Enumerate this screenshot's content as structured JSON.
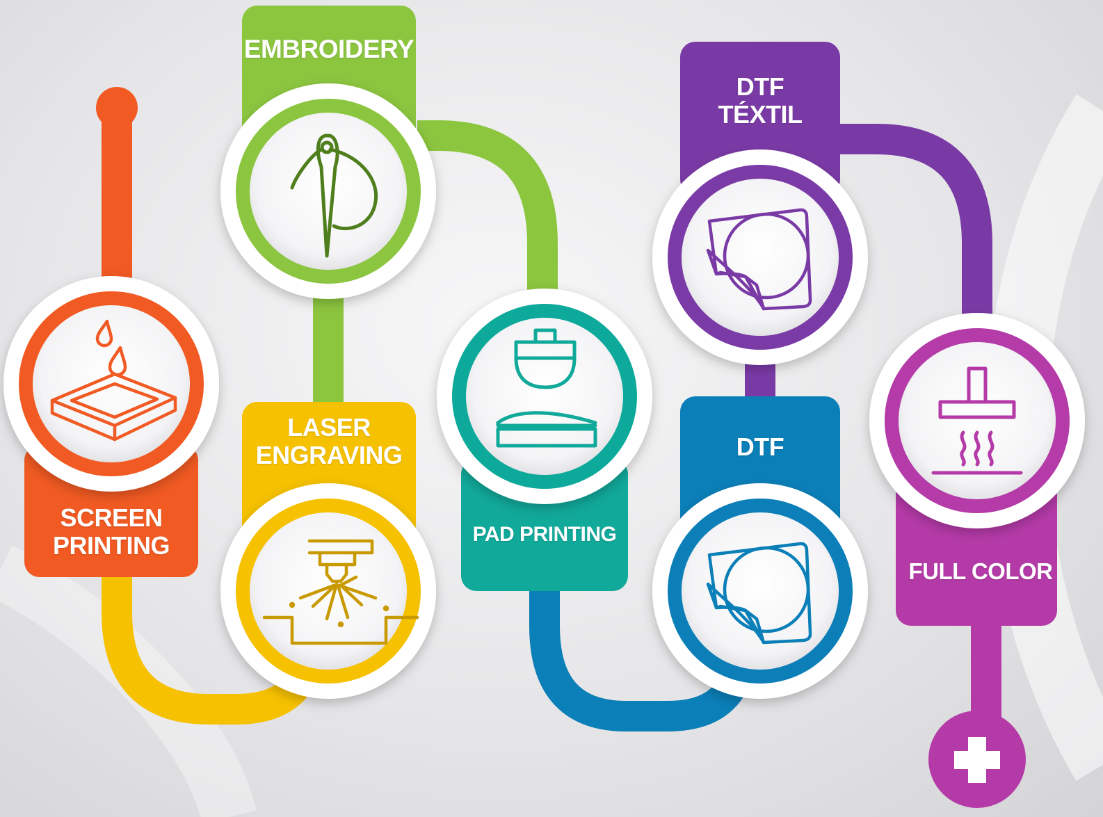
{
  "colors": {
    "screen": "#f15a22",
    "embroidery": "#8cc63f",
    "laser": "#f6c100",
    "pad": "#11a99a",
    "dtf": "#0b7fb8",
    "dtf_textil": "#7a3aa6",
    "full_color": "#b43aa8",
    "background": "#e6e6e8"
  },
  "steps": [
    {
      "id": "screen-printing",
      "label_lines": [
        "SCREEN",
        "PRINTING"
      ],
      "icon": "screen-printing-icon"
    },
    {
      "id": "embroidery",
      "label_lines": [
        "EMBROIDERY"
      ],
      "icon": "needle-thread-icon"
    },
    {
      "id": "laser-engraving",
      "label_lines": [
        "LASER",
        "ENGRAVING"
      ],
      "icon": "laser-engraving-icon"
    },
    {
      "id": "pad-printing",
      "label_lines": [
        "PAD PRINTING"
      ],
      "icon": "pad-printing-icon"
    },
    {
      "id": "dtf-textil",
      "label_lines": [
        "DTF",
        "TÉXTIL"
      ],
      "icon": "transfer-sticker-icon"
    },
    {
      "id": "dtf",
      "label_lines": [
        "DTF"
      ],
      "icon": "transfer-sticker-icon"
    },
    {
      "id": "full-color",
      "label_lines": [
        "FULL COLOR"
      ],
      "icon": "heat-press-icon"
    }
  ],
  "end_marker": {
    "icon": "plus-icon"
  }
}
